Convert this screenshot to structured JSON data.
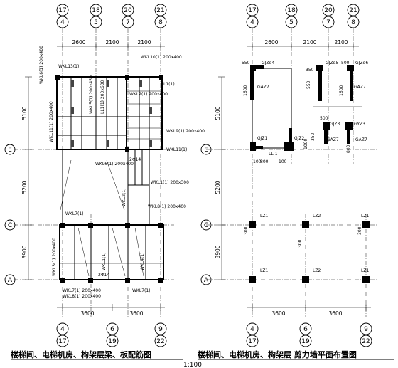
{
  "left_plan": {
    "top_axis_labels": [
      {
        "circle": "17",
        "sub": "4"
      },
      {
        "circle": "18",
        "sub": "5"
      },
      {
        "circle": "20",
        "sub": "7"
      },
      {
        "circle": "21",
        "sub": "8"
      }
    ],
    "bottom_axis_labels": [
      {
        "sub": "4",
        "circle": "17"
      },
      {
        "sub": "6",
        "circle": "19"
      },
      {
        "sub": "9",
        "circle": "22"
      }
    ],
    "top_dims": [
      "2600",
      "2100",
      "2100"
    ],
    "bottom_dims": [
      "3600",
      "3600"
    ],
    "side_dims": [
      "5100",
      "5200",
      "3900"
    ],
    "row_axes": [
      "E",
      "C",
      "A"
    ],
    "beam_labels": [
      "WKL6(1) 200x400",
      "WKL13(1)",
      "WKL11(1) 200x400",
      "WKL5(1) 200x450",
      "LL1(1) 200x600",
      "L1(1)",
      "WKL10(1) 200x400",
      "WKL2(1) 200x400",
      "WKL9(1) 200x400",
      "WKL11(1)",
      "WKL6(1) 200x400",
      "WKL1(1) 200x300",
      "WKL2(1)",
      "WKL7(1)",
      "WKL8(1) 200x400",
      "WKL3(1) 200x400",
      "WKL1(1)",
      "WKL4(1)",
      "WKL7(1) 200x400",
      "WKL7(1)",
      "WKL8(1) 200x400",
      "2Φ14",
      "2Φ14"
    ],
    "title": "楼梯间、电梯机房、构架层梁、板配筋图"
  },
  "right_plan": {
    "top_axis_labels": [
      {
        "circle": "17",
        "sub": "4"
      },
      {
        "circle": "18",
        "sub": "5"
      },
      {
        "circle": "20",
        "sub": "7"
      },
      {
        "circle": "21",
        "sub": "8"
      }
    ],
    "bottom_axis_labels": [
      {
        "sub": "4",
        "circle": "17"
      },
      {
        "sub": "6",
        "circle": "19"
      },
      {
        "sub": "9",
        "circle": "22"
      }
    ],
    "top_dims": [
      "2600",
      "2100",
      "2100"
    ],
    "bottom_dims": [
      "3600",
      "3600"
    ],
    "side_dims": [
      "5100",
      "5200",
      "3900"
    ],
    "row_axes": [
      "E",
      "C",
      "A"
    ],
    "wall_labels": [
      "GJZd4",
      "GJZd5",
      "GJZd6",
      "GAZ7",
      "GAZ7",
      "GJZ1",
      "GJZ2",
      "GJZ3",
      "GYZ3",
      "GAZ7",
      "GAZ7",
      "LL-1",
      "LZ1",
      "LZ2",
      "LZ1",
      "LZ1",
      "LZ2",
      "LZ1"
    ],
    "wall_dims": [
      "550",
      "350",
      "500",
      "1600",
      "550",
      "1600",
      "500",
      "1000",
      "100",
      "800",
      "100",
      "800",
      "350",
      "300",
      "300",
      "300"
    ],
    "title": "楼梯间、电梯机房、构架层 剪力墙平面布置图"
  },
  "scale": "1:100"
}
